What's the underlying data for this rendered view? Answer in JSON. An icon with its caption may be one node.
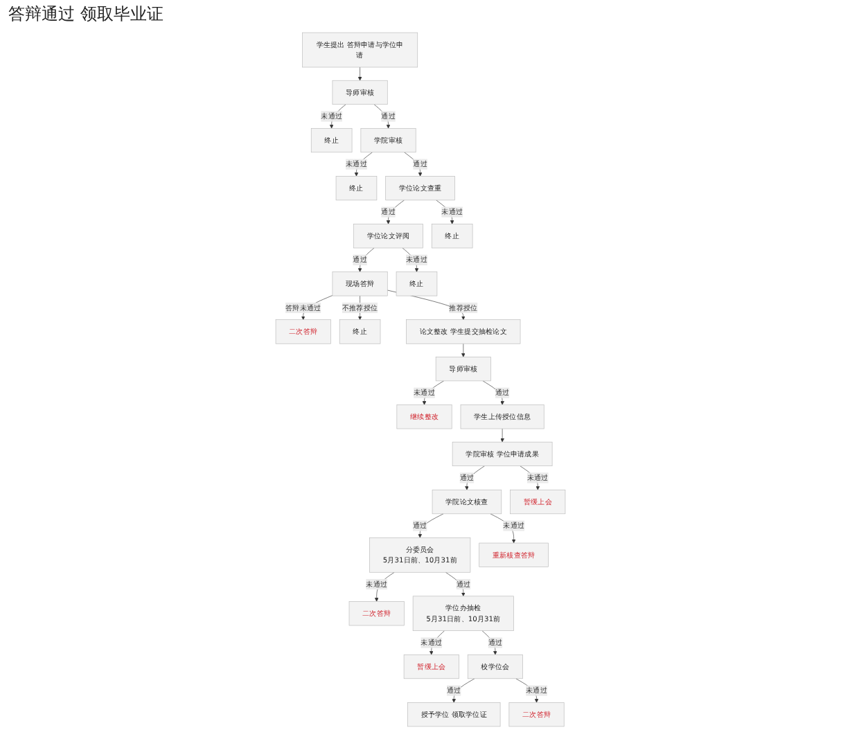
{
  "diagram": {
    "nodes": [
      {
        "text": [
          "学生提出 答辩申请与学位申请"
        ]
      },
      {
        "text": [
          "导师审核"
        ]
      },
      {
        "text": [
          "终止"
        ]
      },
      {
        "text": [
          "学院审核"
        ]
      },
      {
        "text": [
          "终止"
        ]
      },
      {
        "text": [
          "二次答辩"
        ]
      },
      {
        "text": [
          "现场答辩"
        ]
      },
      {
        "text": [
          "终止"
        ]
      },
      {
        "text": [
          "学位论文评阅"
        ]
      },
      {
        "text": [
          "终止"
        ]
      },
      {
        "text": [
          "学位论文查重"
        ]
      },
      {
        "text": [
          "终止"
        ]
      },
      {
        "text": [
          "论文整改 学生提交抽检论文"
        ]
      },
      {
        "text": [
          "导师审核"
        ]
      },
      {
        "text": [
          "继续整改"
        ]
      },
      {
        "text": [
          "学生上传授位信息"
        ]
      },
      {
        "text": [
          "分委员会",
          "5月31日前、10月31前"
        ]
      },
      {
        "text": [
          "重新核查答辩"
        ]
      },
      {
        "text": [
          "学院论文核查"
        ]
      },
      {
        "text": [
          "暂缓上会"
        ]
      },
      {
        "text": [
          "学院审核 学位申请成果"
        ]
      },
      {
        "text": [
          "二次答辩"
        ]
      },
      {
        "text": [
          "学位办抽检",
          "5月31日前、10月31前"
        ]
      },
      {
        "text": [
          "暂缓上会"
        ]
      },
      {
        "text": [
          "校学位会"
        ]
      },
      {
        "text": [
          "二次答辩"
        ]
      },
      {
        "text": [
          "授予学位 领取学位证"
        ]
      }
    ],
    "edges": [
      {
        "from": 0,
        "to": 1,
        "arrow": "to"
      },
      {
        "from": 1,
        "to": 3,
        "arrow": "to",
        "label": "通过"
      },
      {
        "from": 1,
        "to": 2,
        "arrow": "to",
        "label": "未通过"
      },
      {
        "from": 3,
        "to": 4,
        "arrow": "to",
        "label": "未通过"
      },
      {
        "from": 3,
        "to": 10,
        "arrow": "to",
        "label": "通过"
      },
      {
        "from": 10,
        "to": 8,
        "arrow": "to",
        "label": "通过"
      },
      {
        "from": 10,
        "to": 9,
        "arrow": "to",
        "label": "未通过"
      },
      {
        "from": 8,
        "to": 6,
        "arrow": "to",
        "label": "通过"
      },
      {
        "from": 8,
        "to": 7,
        "arrow": "to",
        "label": "未通过"
      },
      {
        "from": 6,
        "to": 5,
        "arrow": "to",
        "label": "答辩未通过"
      },
      {
        "from": 6,
        "to": 11,
        "arrow": "to",
        "label": "不推荐授位"
      },
      {
        "from": 6,
        "to": 12,
        "arrow": "to",
        "label": "推荐授位"
      },
      {
        "from": 12,
        "to": 13,
        "arrow": "to"
      },
      {
        "from": 13,
        "to": 15,
        "arrow": "to",
        "label": "通过"
      },
      {
        "from": 13,
        "to": 14,
        "arrow": "to",
        "label": "未通过"
      },
      {
        "from": 15,
        "to": 20,
        "arrow": "to"
      },
      {
        "from": 20,
        "to": 18,
        "arrow": "to",
        "label": "通过"
      },
      {
        "from": 20,
        "to": 19,
        "arrow": "to",
        "label": "未通过"
      },
      {
        "from": 18,
        "to": 16,
        "arrow": "to",
        "label": "通过"
      },
      {
        "from": 18,
        "to": 17,
        "arrow": "to",
        "label": "未通过"
      },
      {
        "from": 16,
        "to": 22,
        "arrow": "to",
        "label": "通过"
      },
      {
        "from": 16,
        "to": 21,
        "arrow": "to",
        "label": "未通过"
      },
      {
        "from": 22,
        "to": 24,
        "arrow": "to",
        "label": "通过"
      },
      {
        "from": 22,
        "to": 23,
        "arrow": "to",
        "label": "未通过"
      },
      {
        "from": 24,
        "to": 26,
        "arrow": "to",
        "label": "通过"
      },
      {
        "from": 24,
        "to": 25,
        "arrow": "to",
        "label": "未通过"
      }
    ],
    "labels": [
      "答辩通过 领取毕业证"
    ]
  }
}
